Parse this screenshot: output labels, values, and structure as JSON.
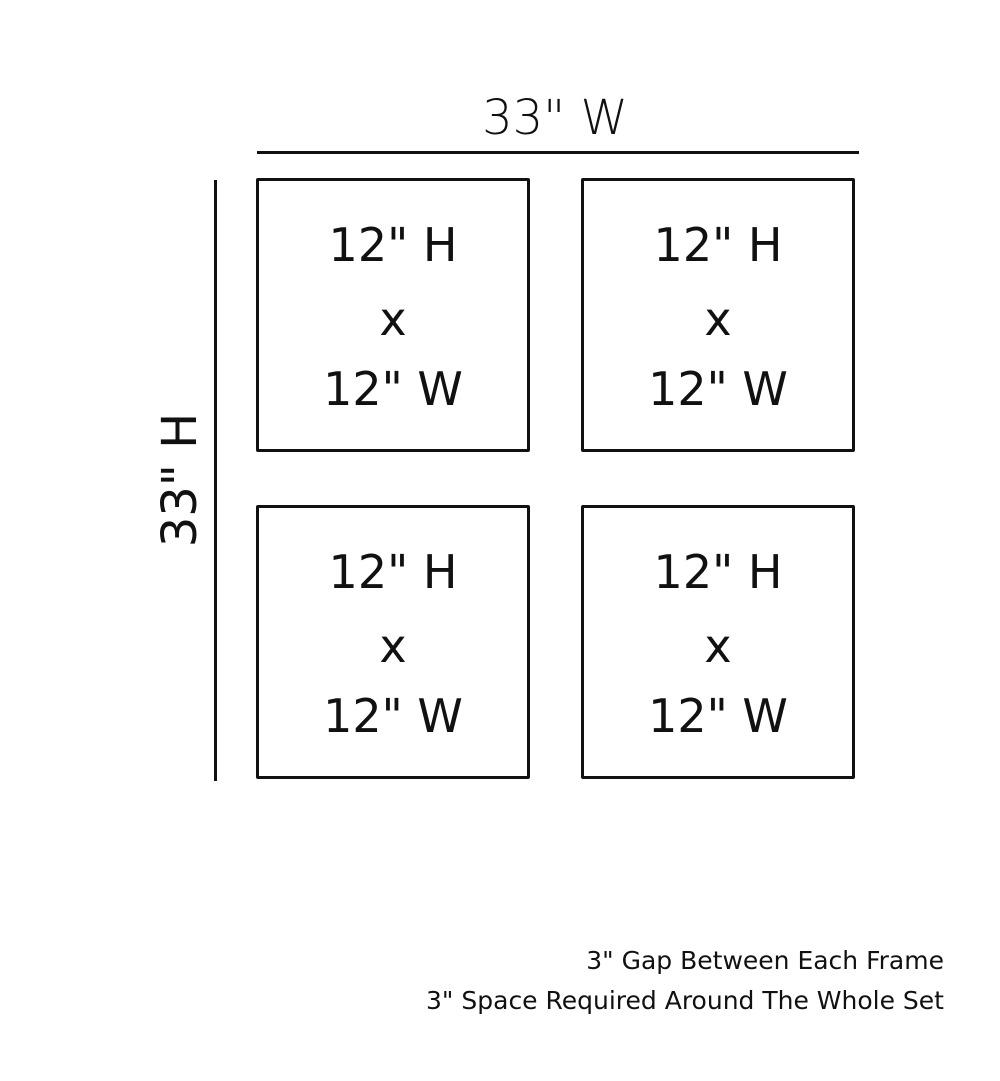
{
  "overall": {
    "width_label": "33\" W",
    "height_label": "33\" H"
  },
  "frames": [
    {
      "height": "12\" H",
      "times": "x",
      "width": "12\" W"
    },
    {
      "height": "12\" H",
      "times": "x",
      "width": "12\" W"
    },
    {
      "height": "12\" H",
      "times": "x",
      "width": "12\" W"
    },
    {
      "height": "12\" H",
      "times": "x",
      "width": "12\" W"
    }
  ],
  "notes": [
    "3\" Gap Between Each Frame",
    "3\" Space Required Around The Whole Set"
  ]
}
